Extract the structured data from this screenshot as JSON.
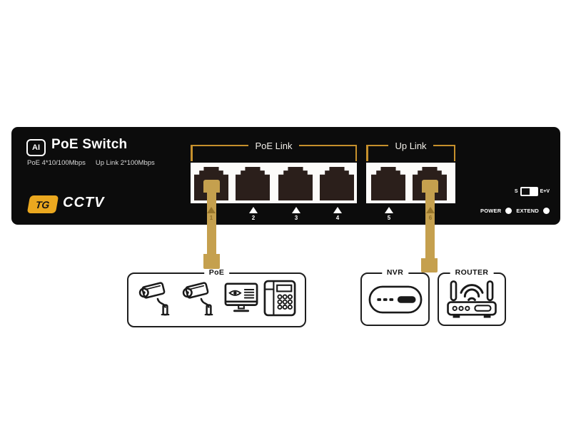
{
  "brand": {
    "ai_badge": "AI",
    "product_name": "PoE Switch",
    "spec_poe": "PoE 4*10/100Mbps",
    "spec_uplink": "Up Link 2*100Mbps",
    "logo_tg": "TG",
    "logo_cctv": "CCTV"
  },
  "switch_panel": {
    "poe_link_label": "PoE Link",
    "up_link_label": "Up Link",
    "port_numbers": [
      "1",
      "2",
      "3",
      "4",
      "5",
      "6"
    ],
    "dip": {
      "left_label": "S",
      "right_label": "E+V"
    },
    "leds": [
      {
        "label": "POWER"
      },
      {
        "label": "EXTEND"
      }
    ]
  },
  "devices": {
    "poe_group": {
      "label": "PoE",
      "icons": [
        "cctv-camera",
        "cctv-camera",
        "monitor-eye",
        "keypad-phone"
      ]
    },
    "nvr": {
      "label": "NVR",
      "icon": "nvr-recorder"
    },
    "router": {
      "label": "ROUTER",
      "icon": "wifi-router"
    }
  },
  "colors": {
    "panel_black": "#0c0c0c",
    "accent_gold": "#c6902c",
    "cable_tan": "#c5a04e",
    "logo_gold": "#eba81f",
    "port_dark": "#2b1f1b",
    "line_black": "#1e1e1e"
  }
}
